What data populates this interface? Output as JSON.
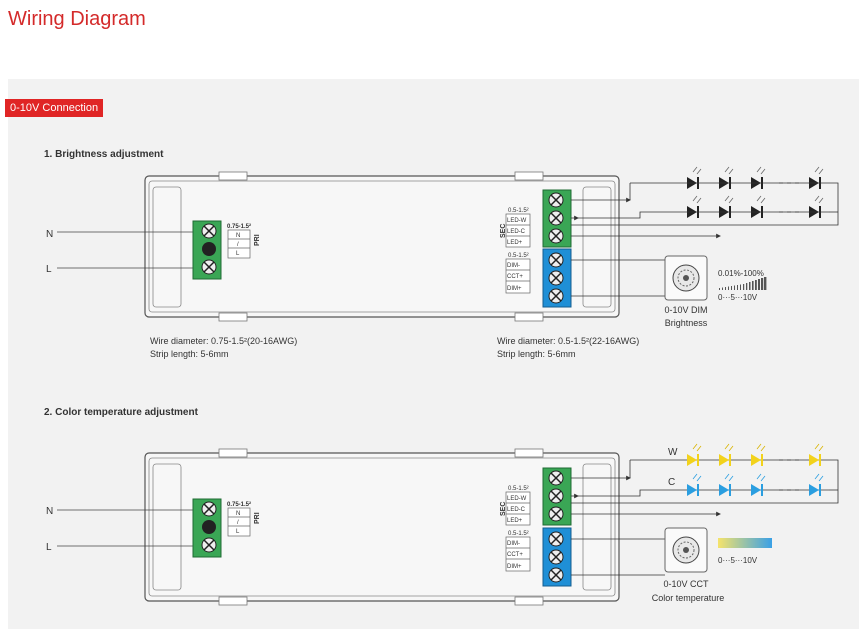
{
  "page_title": "Wiring Diagram",
  "badge": "0-10V Connection",
  "section1": {
    "title": "1. Brightness adjustment",
    "input_labels": [
      "N",
      "L"
    ],
    "pri": {
      "gauge": "0.75-1.5²",
      "slots": [
        "N",
        "/",
        "L"
      ],
      "label": "PRI"
    },
    "sec": {
      "gauge": "0.5-1.5²",
      "label": "SEC",
      "slots": [
        "LED-W",
        "LED-C",
        "LED+"
      ]
    },
    "dim": {
      "gauge": "0.5-1.5²",
      "slots": [
        "DIM-",
        "CCT+",
        "DIM+"
      ]
    },
    "left_wire": {
      "diameter": "Wire diameter: 0.75-1.5²(20-16AWG)",
      "strip": "Strip length: 5-6mm"
    },
    "right_wire": {
      "diameter": "Wire diameter: 0.5-1.5²(22-16AWG)",
      "strip": "Strip length: 5-6mm"
    },
    "knob": {
      "line1": "0-10V DIM",
      "line2": "Brightness"
    },
    "scale": {
      "range": "0.01%-100%",
      "ticks": "0···5···10V"
    }
  },
  "section2": {
    "title": "2. Color temperature adjustment",
    "input_labels": [
      "N",
      "L"
    ],
    "pri": {
      "gauge": "0.75-1.5²",
      "slots": [
        "N",
        "/",
        "L"
      ],
      "label": "PRI"
    },
    "sec": {
      "gauge": "0.5-1.5²",
      "label": "SEC",
      "slots": [
        "LED-W",
        "LED-C",
        "LED+"
      ]
    },
    "dim": {
      "gauge": "0.5-1.5²",
      "slots": [
        "DIM-",
        "CCT+",
        "DIM+"
      ]
    },
    "led_labels": [
      "W",
      "C"
    ],
    "knob": {
      "line1": "0-10V CCT",
      "line2": "Color temperature"
    },
    "scale": {
      "ticks": "0···5···10V"
    }
  },
  "colors": {
    "accent": "#e02525",
    "terminal_green": "#3aa655",
    "terminal_blue": "#1f8fd6",
    "led_warm": "#f2d21b",
    "led_cool": "#2a9ee0",
    "led_dark": "#222222"
  }
}
